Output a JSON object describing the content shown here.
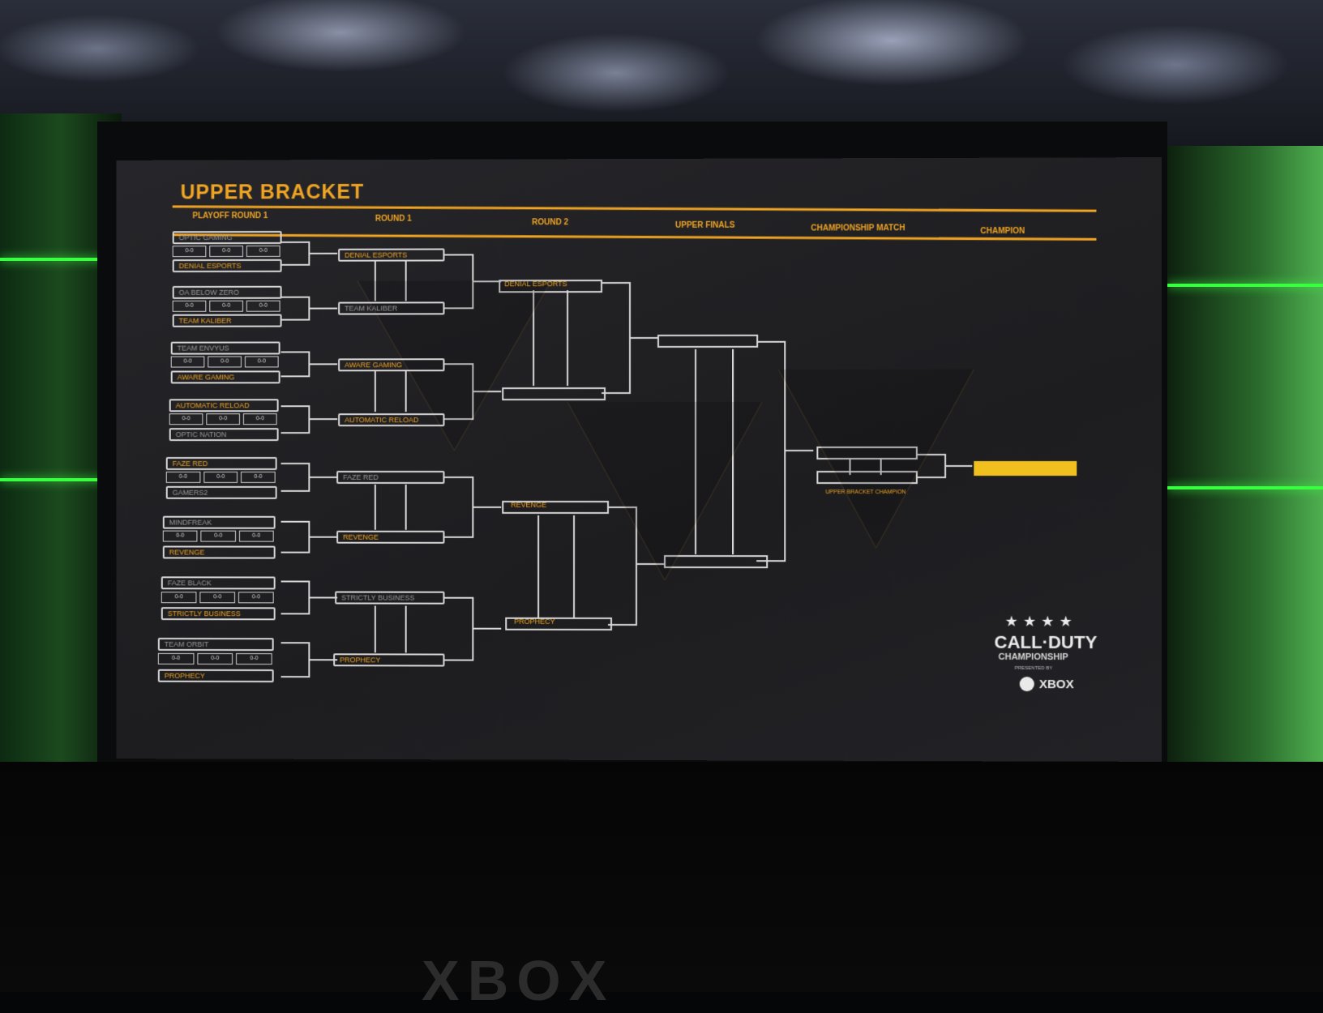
{
  "screen": {
    "title": "UPPER BRACKET",
    "columns": [
      "PLAYOFF ROUND 1",
      "ROUND 1",
      "ROUND 2",
      "UPPER FINALS",
      "CHAMPIONSHIP MATCH",
      "CHAMPION"
    ],
    "champion_caption": "UPPER BRACKET CHAMPION",
    "accent_color": "#f0a424",
    "champion_slot_color": "#f2c01e"
  },
  "playoff_round_1": [
    {
      "team_a": "OPTIC GAMING",
      "team_b": "DENIAL ESPORTS",
      "winner": "b",
      "maps": [
        "0-0",
        "0-0",
        "0-0"
      ]
    },
    {
      "team_a": "OA BELOW ZERO",
      "team_b": "TEAM KALIBER",
      "winner": "b",
      "maps": [
        "0-0",
        "0-0",
        "0-0"
      ]
    },
    {
      "team_a": "TEAM ENVYUS",
      "team_b": "AWARE GAMING",
      "winner": "b",
      "maps": [
        "0-0",
        "0-0",
        "0-0"
      ]
    },
    {
      "team_a": "AUTOMATIC RELOAD",
      "team_b": "OPTIC NATION",
      "winner": "a",
      "maps": [
        "0-0",
        "0-0",
        "0-0"
      ]
    },
    {
      "team_a": "FAZE RED",
      "team_b": "GAMERS2",
      "winner": "a",
      "maps": [
        "0-0",
        "0-0",
        "0-0"
      ]
    },
    {
      "team_a": "MINDFREAK",
      "team_b": "REVENGE",
      "winner": "b",
      "maps": [
        "0-0",
        "0-0",
        "0-0"
      ]
    },
    {
      "team_a": "FAZE BLACK",
      "team_b": "STRICTLY BUSINESS",
      "winner": "b",
      "maps": [
        "0-0",
        "0-0",
        "0-0"
      ]
    },
    {
      "team_a": "TEAM ORBIT",
      "team_b": "PROPHECY",
      "winner": "b",
      "maps": [
        "0-0",
        "0-0",
        "0-0"
      ]
    }
  ],
  "round_1": [
    {
      "team_a": "DENIAL ESPORTS",
      "team_b": "TEAM KALIBER",
      "winner": "a"
    },
    {
      "team_a": "AWARE GAMING",
      "team_b": "AUTOMATIC RELOAD",
      "winner": "both"
    },
    {
      "team_a": "FAZE RED",
      "team_b": "REVENGE",
      "winner": "b"
    },
    {
      "team_a": "STRICTLY BUSINESS",
      "team_b": "PROPHECY",
      "winner": "b"
    }
  ],
  "round_2": [
    {
      "team_a": "DENIAL ESPORTS",
      "team_b": ""
    },
    {
      "team_a": "REVENGE",
      "team_b": "PROPHECY"
    }
  ],
  "logo": {
    "stars": "★★★★",
    "line1": "CALL·DUTY",
    "line2": "CHAMPIONSHIP",
    "line3": "PRESENTED BY",
    "sponsor": "XBOX"
  },
  "floor_text": "XBOX"
}
